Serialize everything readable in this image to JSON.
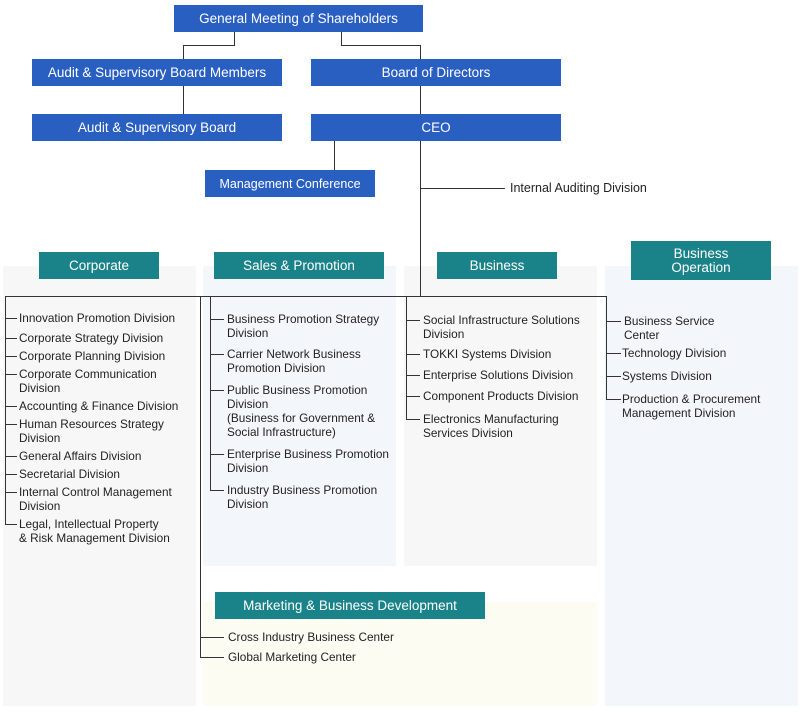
{
  "top": {
    "shareholders": "General Meeting of Shareholders",
    "audit_members": "Audit & Supervisory Board Members",
    "board_directors": "Board of Directors",
    "audit_board": "Audit & Supervisory Board",
    "ceo": "CEO",
    "management_conference": "Management Conference",
    "internal_auditing": "Internal Auditing Division"
  },
  "colors": {
    "top_box": "#2a5fc2",
    "section_header": "#1a8289"
  },
  "sections": {
    "corporate": {
      "title": "Corporate",
      "items": [
        "Innovation Promotion Division",
        "Corporate Strategy Division",
        "Corporate Planning Division",
        "Corporate Communication\nDivision",
        "Accounting & Finance Division",
        "Human Resources Strategy\nDivision",
        "General Affairs Division",
        "Secretarial Division",
        "Internal Control Management\nDivision",
        "Legal, Intellectual Property\n& Risk Management Division"
      ]
    },
    "sales": {
      "title": "Sales & Promotion",
      "items": [
        "Business Promotion Strategy\nDivision",
        "Carrier Network Business\nPromotion Division",
        "Public Business Promotion\nDivision\n(Business for Government &\nSocial Infrastructure)",
        "Enterprise Business Promotion\nDivision",
        "Industry Business Promotion\nDivision"
      ]
    },
    "business": {
      "title": "Business",
      "items": [
        "Social Infrastructure Solutions\nDivision",
        "TOKKI Systems Division",
        "Enterprise Solutions Division",
        "Component Products Division",
        "Electronics Manufacturing\nServices Division"
      ]
    },
    "operation": {
      "title": "Business\nOperation",
      "items": [
        "Business Service\nCenter",
        "Technology Division",
        "Systems Division",
        "Production & Procurement\nManagement Division"
      ]
    },
    "marketing": {
      "title": "Marketing & Business Development",
      "items": [
        "Cross Industry Business Center",
        "Global Marketing Center"
      ]
    }
  }
}
